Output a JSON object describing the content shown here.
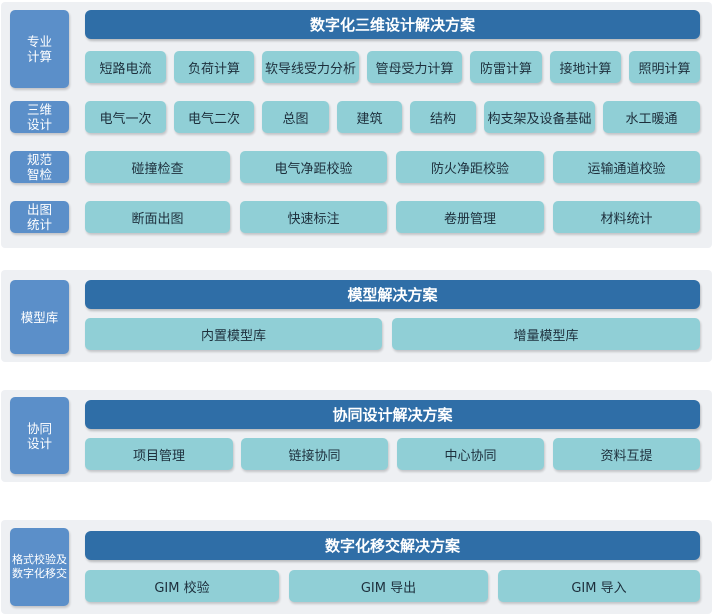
{
  "section1": {
    "header": "数字化三维设计解决方案",
    "side_labels": [
      "专业\n计算",
      "三维\n设计",
      "规范\n智检",
      "出图\n统计"
    ],
    "rows": [
      [
        "短路电流",
        "负荷计算",
        "软导线受力分析",
        "管母受力计算",
        "防雷计算",
        "接地计算",
        "照明计算"
      ],
      [
        "电气一次",
        "电气二次",
        "总图",
        "建筑",
        "结构",
        "构支架及设备基础",
        "水工暖通"
      ],
      [
        "碰撞检查",
        "电气净距校验",
        "防火净距校验",
        "运输通道校验"
      ],
      [
        "断面出图",
        "快速标注",
        "卷册管理",
        "材料统计"
      ]
    ]
  },
  "section2": {
    "header": "模型解决方案",
    "side_label": "模型库",
    "items": [
      "内置模型库",
      "增量模型库"
    ]
  },
  "section3": {
    "header": "协同设计解决方案",
    "side_label": "协同\n设计",
    "items": [
      "项目管理",
      "链接协同",
      "中心协同",
      "资料互提"
    ]
  },
  "section4": {
    "header": "数字化移交解决方案",
    "side_label": "格式校验及\n数字化移交",
    "items": [
      "GIM 校验",
      "GIM 导出",
      "GIM 导入"
    ]
  },
  "colors": {
    "side": "#5b8fc9",
    "header": "#2f6ea7",
    "cell": "#90cfd6",
    "panel": "#eef0f3"
  }
}
